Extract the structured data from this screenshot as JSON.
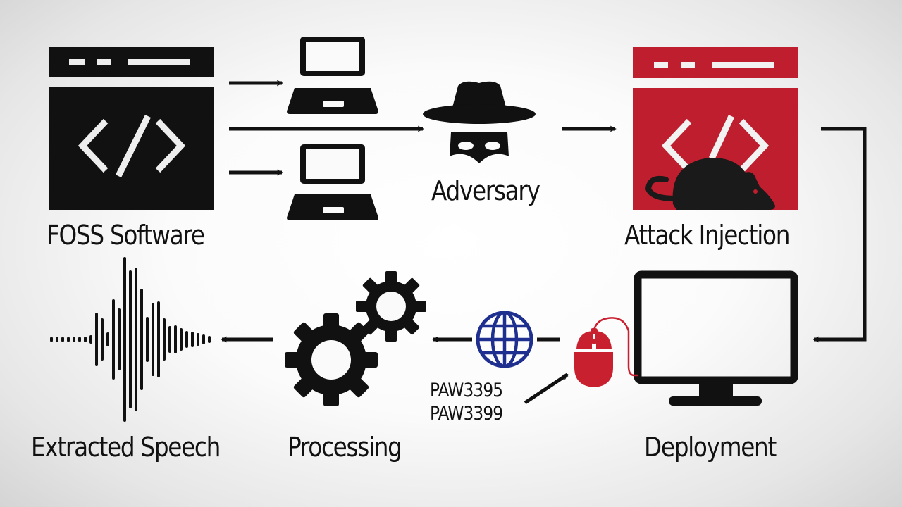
{
  "diagram": {
    "nodes": {
      "foss": {
        "label": "FOSS Software",
        "icon": "code-window-icon"
      },
      "laptops": {
        "icon": "laptop-icon",
        "count": 2
      },
      "adversary": {
        "label": "Adversary",
        "icon": "spy-icon"
      },
      "attack": {
        "label": "Attack Injection",
        "icon": "infected-code-window-icon"
      },
      "deployment": {
        "label": "Deployment",
        "icon": "monitor-icon"
      },
      "mouse": {
        "icon": "mouse-icon",
        "sensors": [
          "PAW3395",
          "PAW3399"
        ]
      },
      "network": {
        "icon": "globe-icon"
      },
      "processing": {
        "label": "Processing",
        "icon": "gears-icon"
      },
      "speech": {
        "label": "Extracted Speech",
        "icon": "waveform-icon"
      }
    },
    "flow": [
      "FOSS Software → laptops",
      "FOSS Software → Adversary",
      "Adversary → Attack Injection",
      "Attack Injection → Deployment",
      "mouse → internet → Processing",
      "Processing → Extracted Speech"
    ],
    "colors": {
      "ink": "#111111",
      "attack_red": "#be1e2d",
      "mouse_red": "#c8202f",
      "globe_blue": "#1f2f8f",
      "background": "#f7f7f7"
    }
  }
}
